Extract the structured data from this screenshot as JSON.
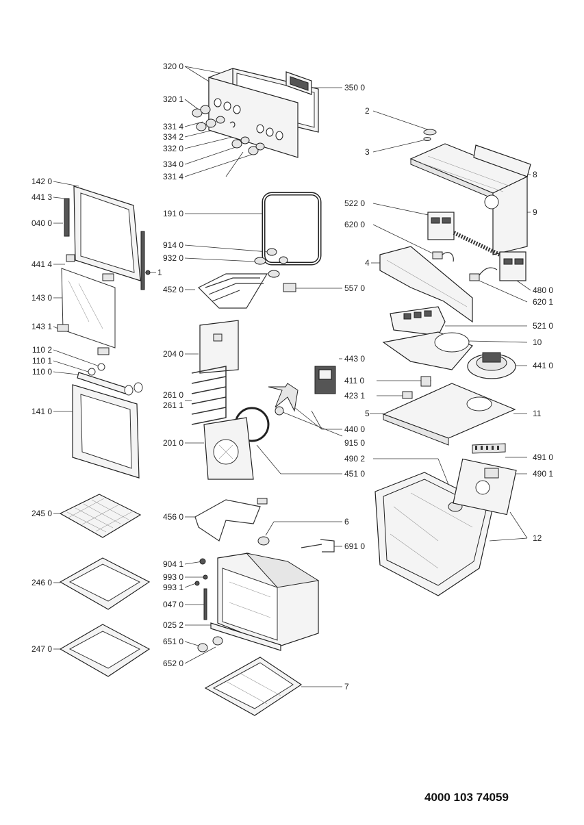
{
  "document_number": "4000 103 74059",
  "labels": {
    "l3200": "320 0",
    "l3500": "350 0",
    "l3201": "320 1",
    "l3314a": "331 4",
    "l3342": "334 2",
    "l3320": "332 0",
    "l3340": "334 0",
    "l3314b": "331 4",
    "l2": "2",
    "l3": "3",
    "l8": "8",
    "l9": "9",
    "l5220": "522 0",
    "l6200": "620 0",
    "l4": "4",
    "l4800": "480 0",
    "l6201": "620 1",
    "l5210": "521 0",
    "l10": "10",
    "l4410": "441 0",
    "l1420": "142 0",
    "l4413": "441 3",
    "l0400": "040 0",
    "l4414": "441 4",
    "l1": "1",
    "l1430": "143 0",
    "l1431": "143 1",
    "l1102": "110 2",
    "l1101": "110 1",
    "l1100": "110 0",
    "l1410": "141 0",
    "l1910": "191 0",
    "l9140": "914 0",
    "l9320": "932 0",
    "l4520": "452 0",
    "l5570": "557 0",
    "l2040": "204 0",
    "l4430": "443 0",
    "l4110": "411 0",
    "l4231": "423 1",
    "l5": "5",
    "l11": "11",
    "l2610": "261 0",
    "l2611": "261 1",
    "l4400": "440 0",
    "l9150": "915 0",
    "l2010": "201 0",
    "l4510": "451 0",
    "l4902": "490 2",
    "l4910": "491 0",
    "l4901": "490 1",
    "l2450": "245 0",
    "l4560": "456 0",
    "l6": "6",
    "l6910": "691 0",
    "l12": "12",
    "l9041": "904 1",
    "l9930": "993 0",
    "l9931": "993 1",
    "l2460": "246 0",
    "l0470": "047 0",
    "l0252": "025 2",
    "l6510": "651 0",
    "l2470": "247 0",
    "l6520": "652 0",
    "l7": "7"
  }
}
